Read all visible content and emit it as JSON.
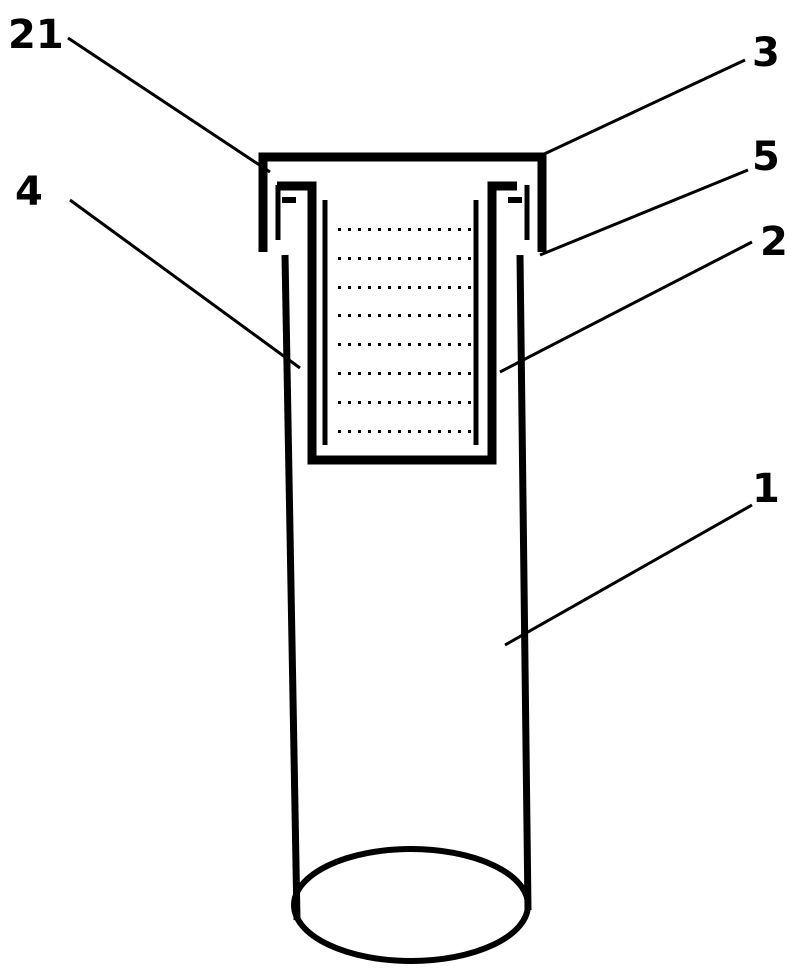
{
  "figure": {
    "colors": {
      "ink": "#000000",
      "background": "#ffffff"
    },
    "reference_labels": {
      "label_21": "21",
      "label_3": "3",
      "label_5": "5",
      "label_4": "4",
      "label_2": "2",
      "label_1": "1"
    }
  }
}
